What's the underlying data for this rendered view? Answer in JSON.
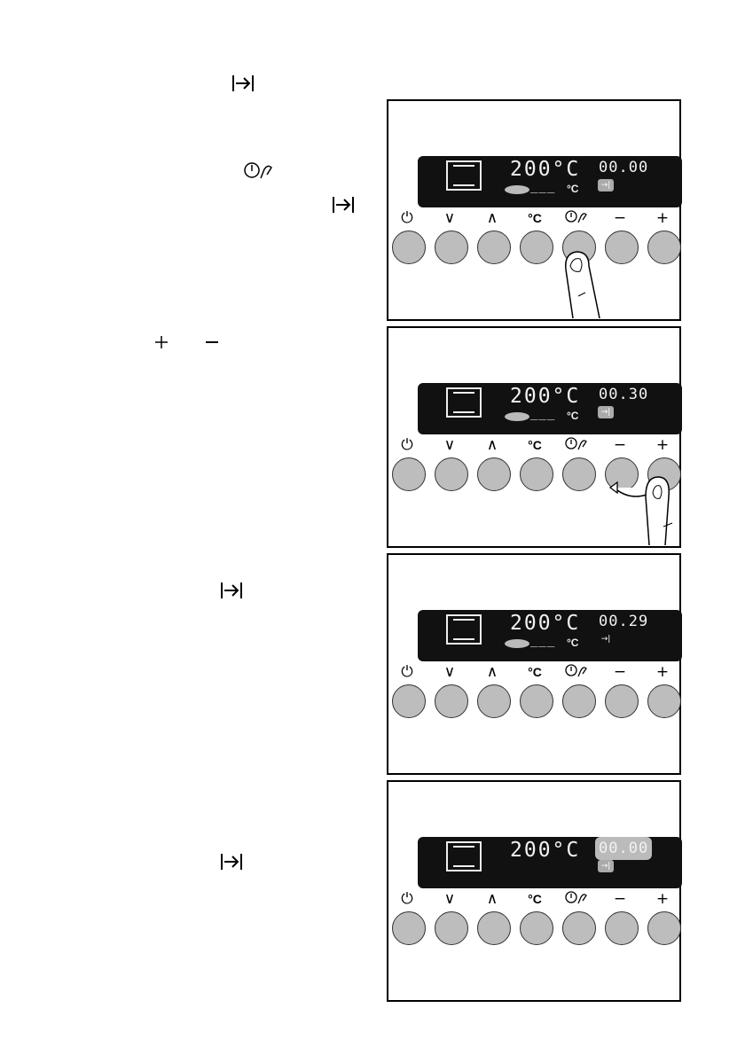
{
  "left_icons": {
    "end_time_1": "→|",
    "clock_probe": "clock-probe",
    "end_time_2": "→|",
    "plus": "+",
    "minus": "−",
    "end_time_3": "→|",
    "end_time_4": "→|"
  },
  "buttons": {
    "symbols": [
      "⏻",
      "∨",
      "∧",
      "°C",
      "clock-probe",
      "−",
      "+"
    ]
  },
  "panels": [
    {
      "temp": "200°C",
      "time": "00.00",
      "dashes": "___",
      "unit": "°C",
      "end_mark": "→|"
    },
    {
      "temp": "200°C",
      "time": "00.30",
      "dashes": "___",
      "unit": "°C",
      "end_mark": "→|"
    },
    {
      "temp": "200°C",
      "time": "00.29",
      "dashes": "___",
      "unit": "°C",
      "end_mark": "→|"
    },
    {
      "temp": "200°C",
      "time": "00.00",
      "dashes": "",
      "unit": "",
      "end_mark": "→|"
    }
  ]
}
